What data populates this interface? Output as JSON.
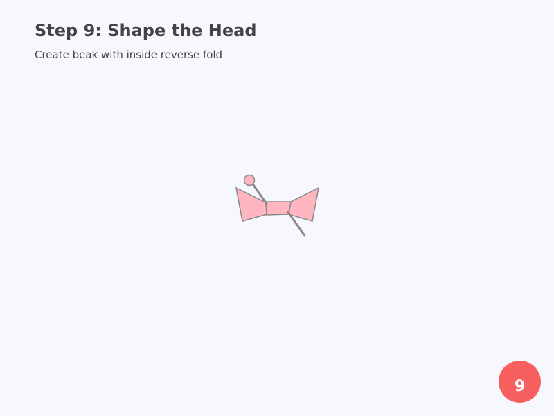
{
  "header": {
    "title": "Step 9: Shape the Head",
    "instruction": "Create beak with inside reverse fold"
  },
  "badge": {
    "step_number": "9"
  },
  "colors": {
    "background": "#f7f8fd",
    "text": "#444444",
    "paper_fill": "#ffb6c1",
    "paper_stroke": "#888888",
    "badge": "#f85f5f"
  }
}
